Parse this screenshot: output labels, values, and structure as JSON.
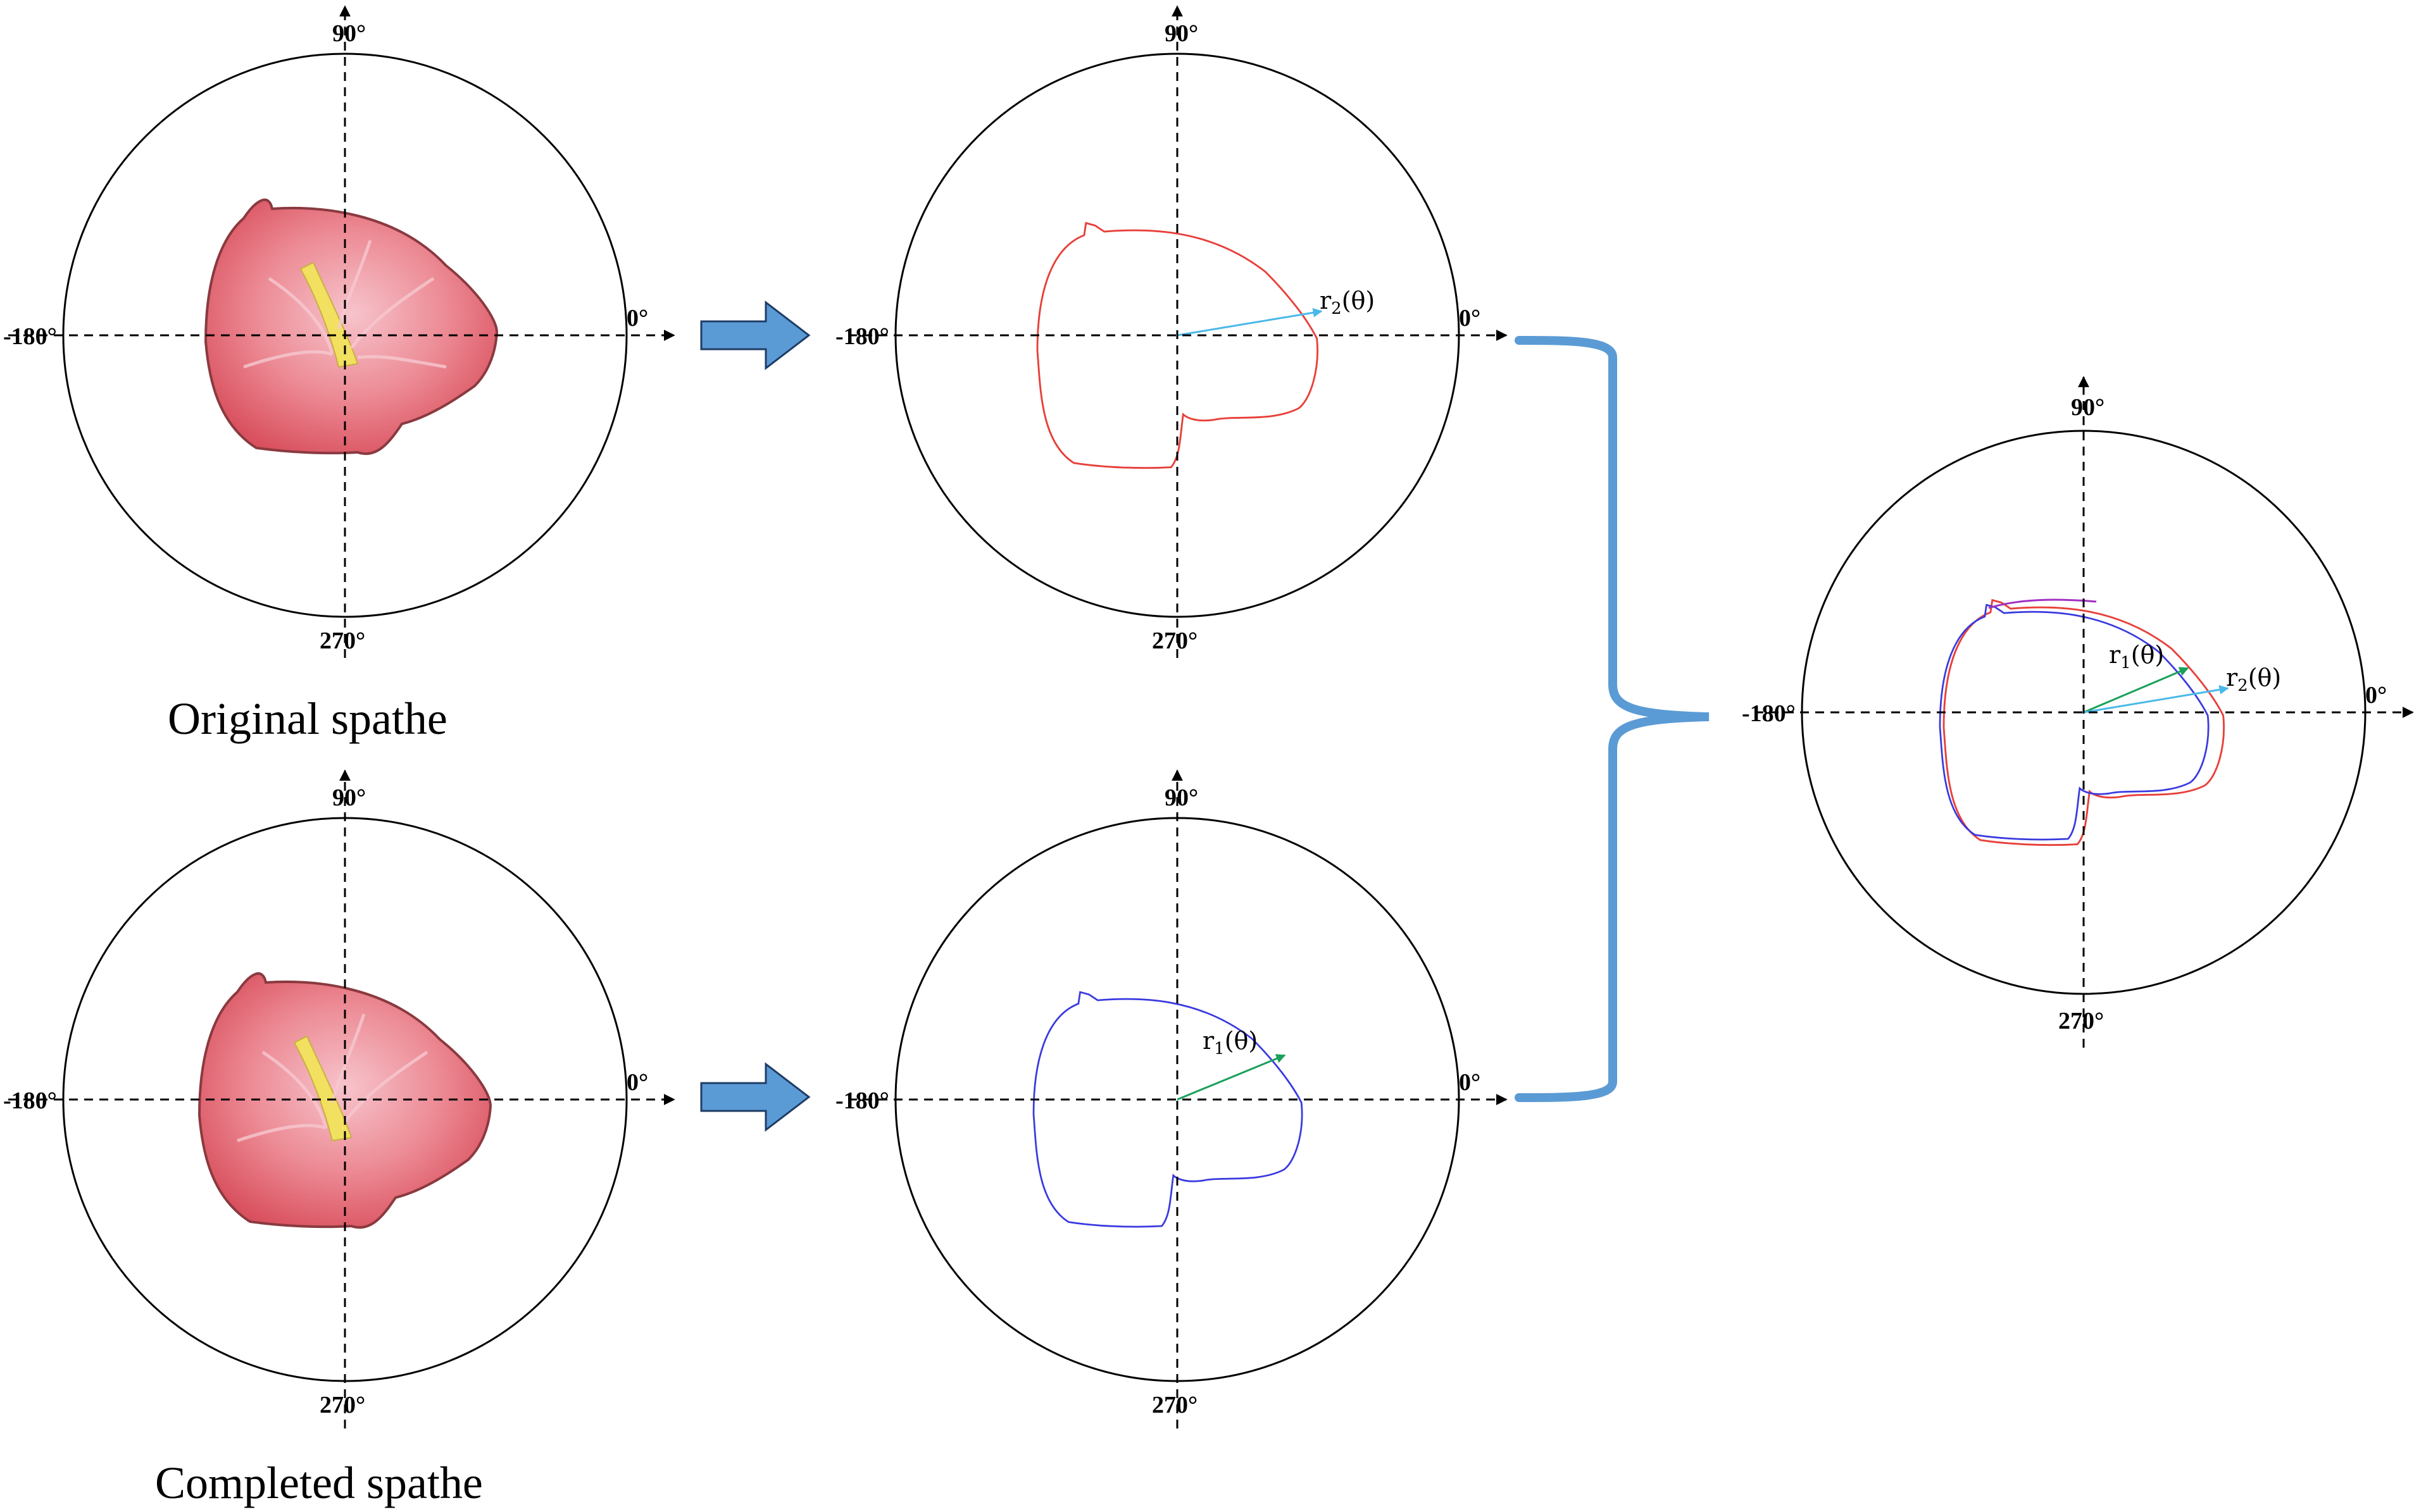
{
  "angle_labels": {
    "deg0": "0°",
    "deg90": "90°",
    "deg180": "-180°",
    "deg270": "270°"
  },
  "captions": {
    "original": "Original spathe",
    "completed": "Completed spathe"
  },
  "radius_labels": {
    "r1": "r",
    "r1_sub": "1",
    "r2": "r",
    "r2_sub": "2",
    "theta": "(θ)"
  },
  "colors": {
    "original_contour": "#e8403a",
    "completed_contour": "#3a3ae0",
    "overlap_contour": "#a030c0",
    "r1_arrow": "#1aa05a",
    "r2_arrow": "#4ab8e8",
    "flow_arrow": "#5b9bd5",
    "spathe_fill": "#e8707a",
    "spadix": "#f2e060"
  },
  "icons": {
    "flow_arrow": "block-arrow-right-icon",
    "brace": "right-curly-brace-icon"
  }
}
